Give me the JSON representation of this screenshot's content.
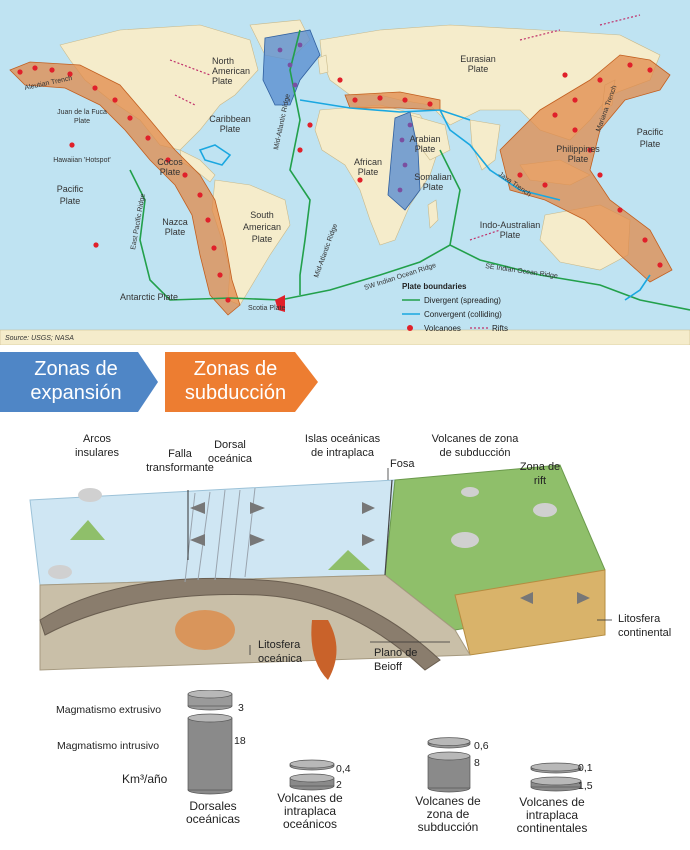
{
  "map": {
    "source": "Source: USGS; NASA",
    "plates": {
      "north_american": "North\nAmerican\nPlate",
      "eurasian": "Eurasian\nPlate",
      "juan_de_fuca": "Juan de la Fuca\nPlate",
      "caribbean": "Caribbean\nPlate",
      "hawaiian": "Hawaiian 'Hotspot'",
      "pacific_left": "Pacific\nPlate",
      "cocos": "Cocos\nPlate",
      "nazca": "Nazca\nPlate",
      "south_american": "South\nAmerican\nPlate",
      "african": "African\nPlate",
      "arabian": "Arabian\nPlate",
      "somalian": "Somalian\nPlate",
      "philippines": "Philippines\nPlate",
      "pacific_right": "Pacific\nPlate",
      "indo_australian": "Indo-Australian\nPlate",
      "antarctic": "Antarctic Plate",
      "scotia": "Scotia Plate"
    },
    "features": {
      "aleutian": "Aleutian Trench",
      "east_pacific": "East Pacific Ridge",
      "mid_atlantic_n": "Mid-Atlantic Ridge",
      "mid_atlantic_s": "Mid-Atlantic Ridge",
      "sw_indian": "SW Indian Ocean Ridge",
      "se_indian": "SE Indian Ocean Ridge",
      "java": "Java Trench",
      "mariana": "Mariana Trench"
    },
    "legend": {
      "title": "Plate boundaries",
      "divergent": "Divergent (spreading)",
      "convergent": "Convergent (colliding)",
      "volcanoes": "Volcanoes",
      "rifts": "Rifts"
    },
    "colors": {
      "ocean": "#bfe3f2",
      "land": "#f5eccb",
      "orange_zone": "#e08a4a",
      "blue_zone": "#5b8fcf",
      "divergent": "#22a04b",
      "convergent": "#1aa7e0",
      "volcano": "#e0202a",
      "rift": "#c0306a"
    }
  },
  "arrows": {
    "expansion": "Zonas de\nexpansión",
    "subduction": "Zonas de\nsubducción",
    "expansion_color": "#4f86c6",
    "subduction_color": "#ed7d31"
  },
  "block": {
    "arcos": "Arcos\ninsulares",
    "falla": "Falla\ntransformante",
    "dorsal": "Dorsal\noceánica",
    "islas": "Islas oceánicas\nde intraplaca",
    "volcanes_zona": "Volcanes de zona\nde subducción",
    "zona_rift": "Zona de\nrift",
    "fosa": "Fosa",
    "litosfera_cont": "Litosfera\ncontinental",
    "litosfera_oce": "Litosfera\noceánica",
    "plano": "Plano de\nBeioff"
  },
  "chart_data": {
    "type": "bar",
    "title": "",
    "unit": "Km³/año",
    "series": [
      {
        "name": "Magmatismo extrusivo",
        "values": [
          3,
          0.4,
          0.6,
          0.1
        ]
      },
      {
        "name": "Magmatismo intrusivo",
        "values": [
          18,
          2,
          8,
          1.5
        ]
      }
    ],
    "categories": [
      "Dorsales\noceánicas",
      "Volcanes de\nintraplaca\noceánicos",
      "Volcanes de\nzona de\nsubducción",
      "Volcanes de\nintraplaca\ncontinentales"
    ],
    "value_labels": {
      "extrusive": [
        "3",
        "0,4",
        "0,6",
        "0,1"
      ],
      "intrusive": [
        "18",
        "2",
        "8",
        "1,5"
      ]
    }
  }
}
